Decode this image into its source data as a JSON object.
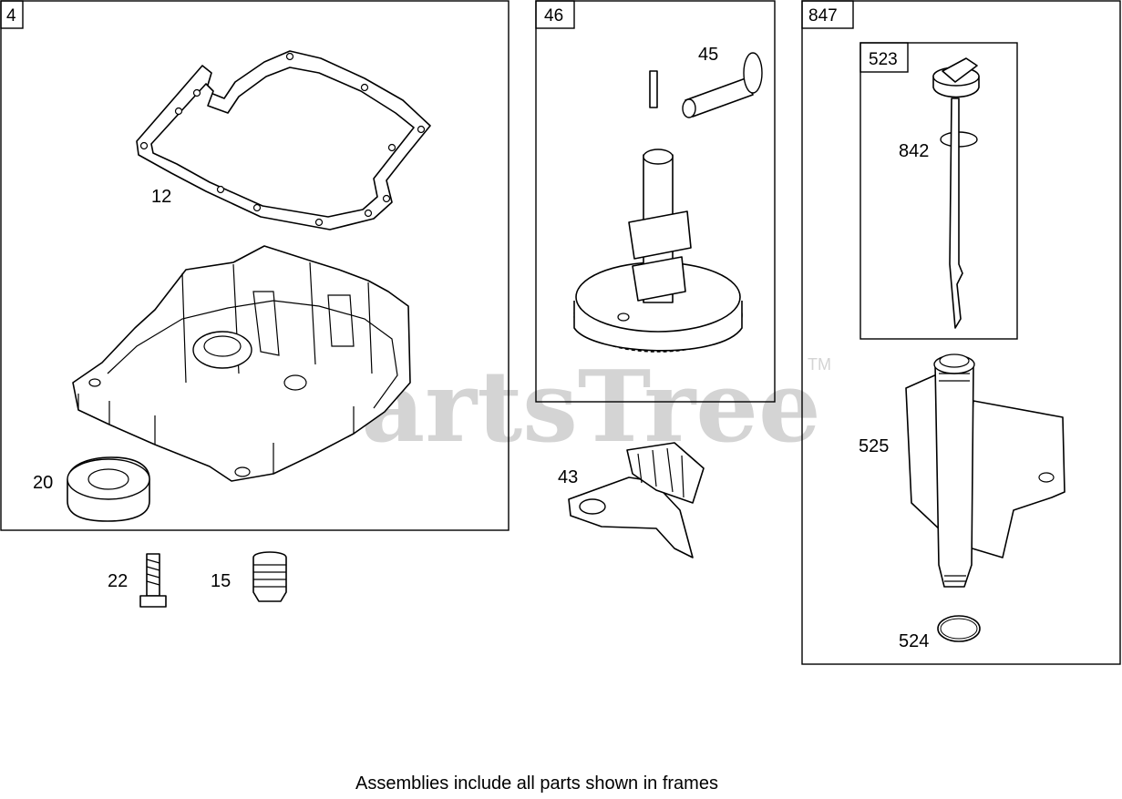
{
  "watermark": {
    "text": "PartsTree",
    "trademark": "TM"
  },
  "frames": [
    {
      "id": "4"
    },
    {
      "id": "46"
    },
    {
      "id": "847"
    },
    {
      "id": "523"
    }
  ],
  "callouts": [
    {
      "number": "12"
    },
    {
      "number": "20"
    },
    {
      "number": "22"
    },
    {
      "number": "15"
    },
    {
      "number": "45"
    },
    {
      "number": "43"
    },
    {
      "number": "842"
    },
    {
      "number": "525"
    },
    {
      "number": "524"
    }
  ],
  "footer": "Assemblies include all parts shown in frames"
}
